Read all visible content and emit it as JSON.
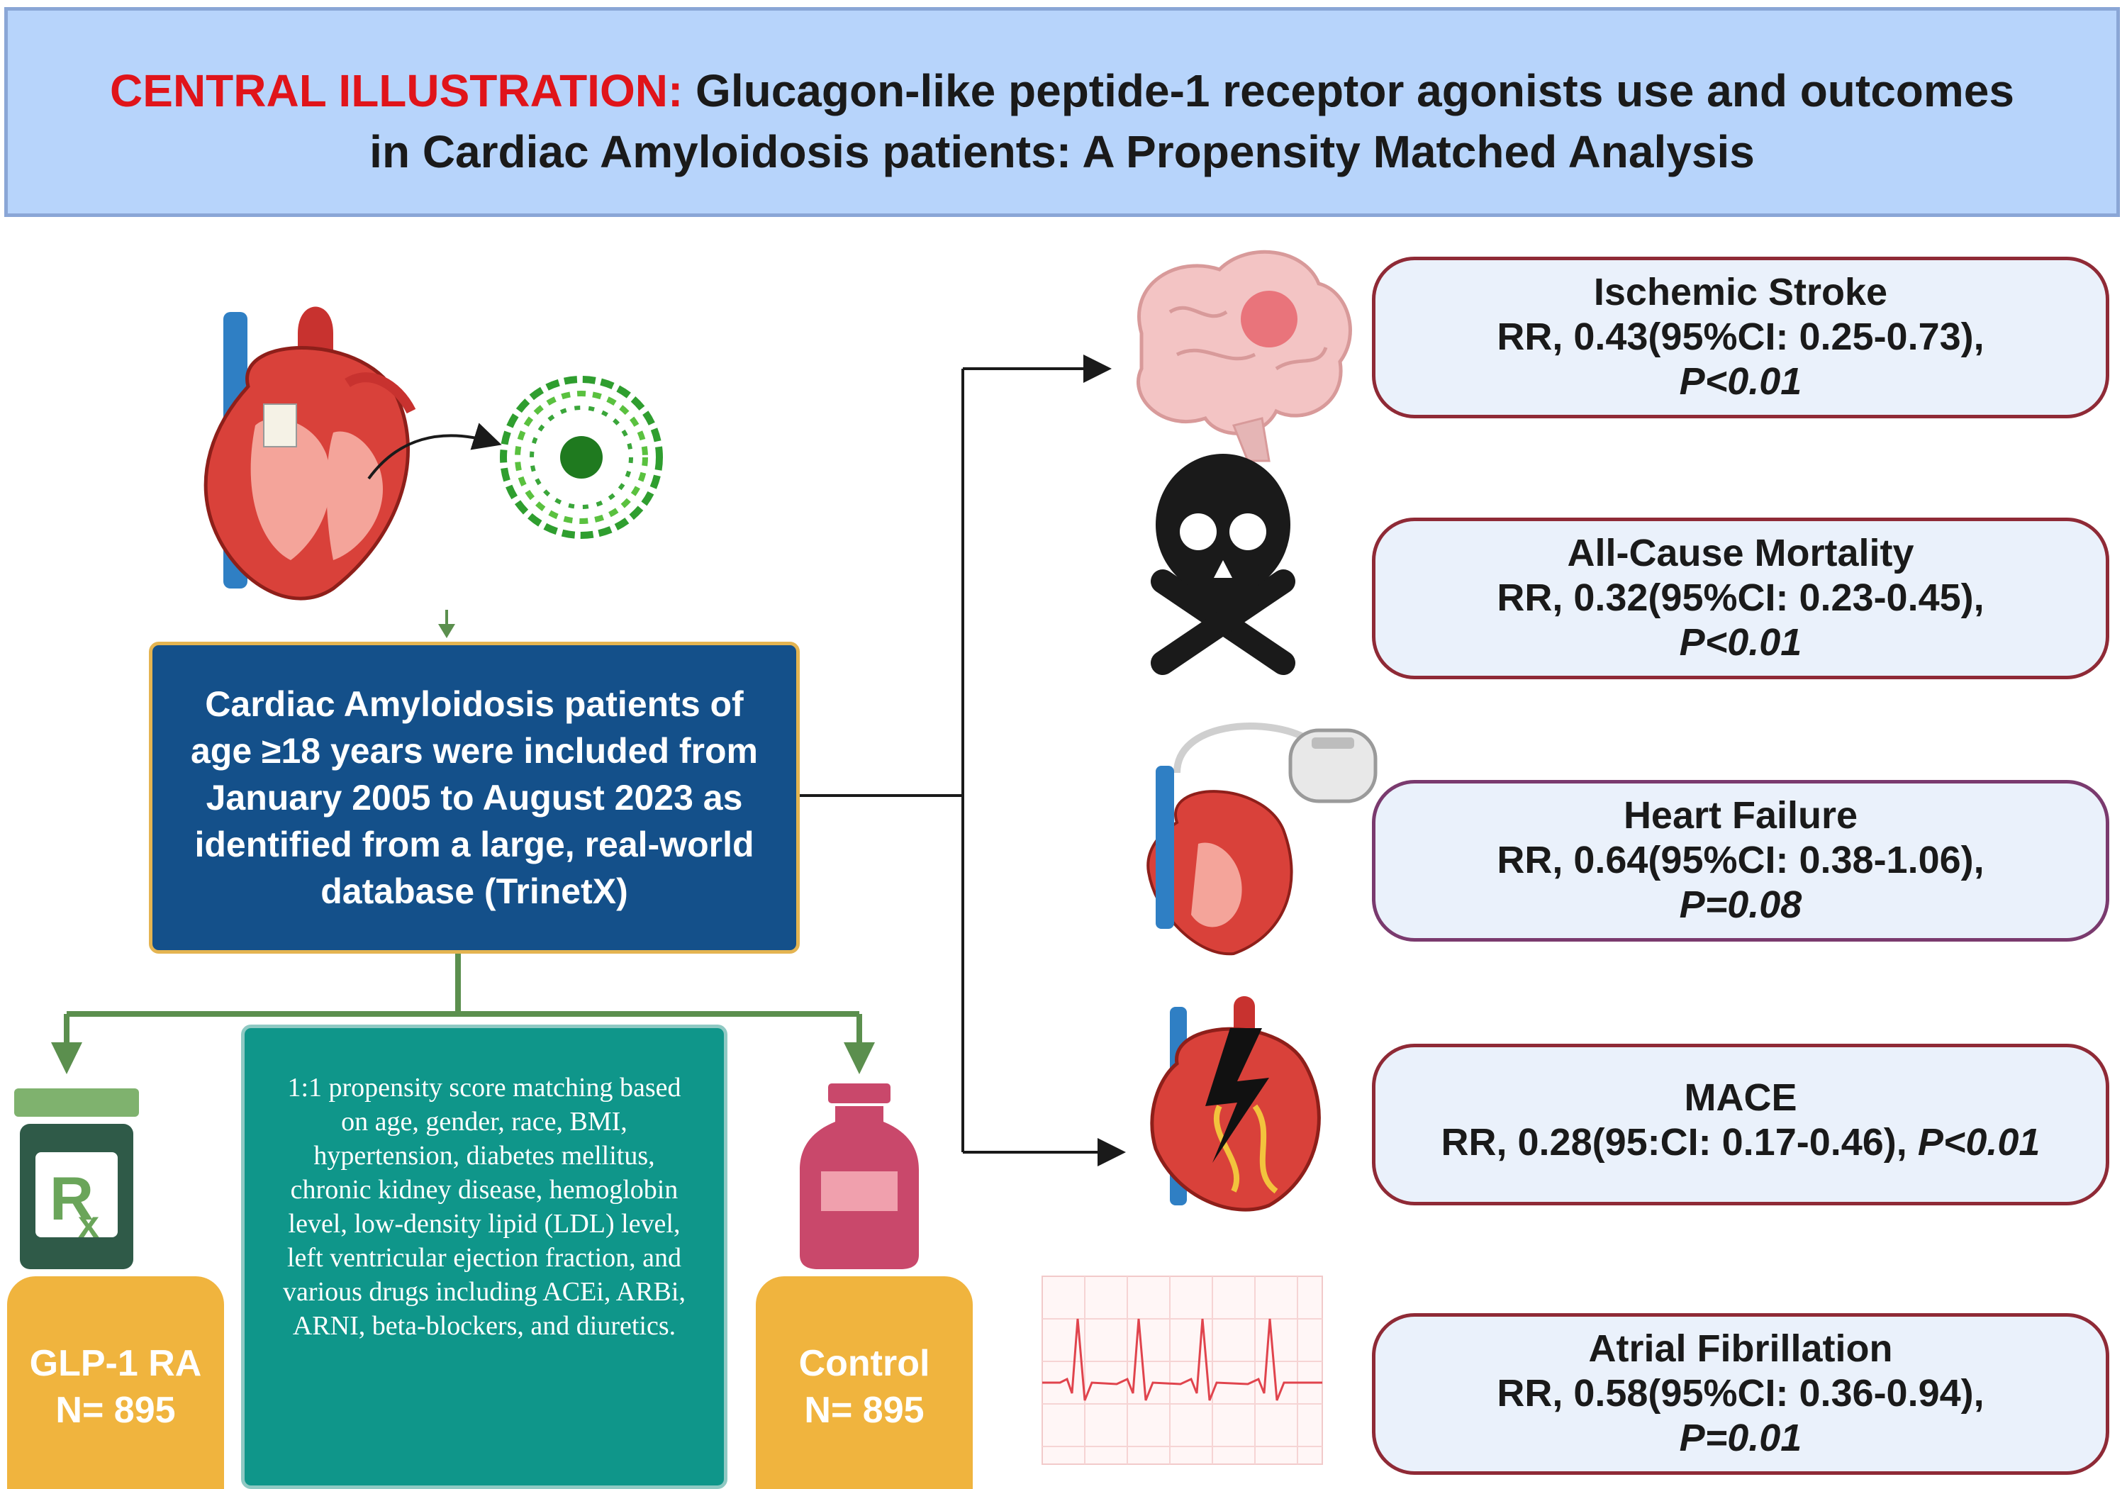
{
  "banner": {
    "label": "CENTRAL ILLUSTRATION:",
    "title_line1": " Glucagon-like peptide-1 receptor agonists use and outcomes",
    "title_line2": "in Cardiac Amyloidosis patients: A Propensity Matched Analysis"
  },
  "study": {
    "text": "Cardiac Amyloidosis patients of age ≥18 years were included from January 2005 to August 2023 as identified from a large, real-world database (TrinetX)"
  },
  "matching": {
    "text": "1:1 propensity score matching based on age, gender, race, BMI, hypertension, diabetes mellitus, chronic kidney disease, hemoglobin level, low-density lipid (LDL) level, left ventricular ejection fraction, and various drugs including ACEi, ARBi, ARNI, beta-blockers, and diuretics."
  },
  "groups": [
    {
      "name": "GLP-1 RA",
      "n": "N= 895"
    },
    {
      "name": "Control",
      "n": "N= 895"
    }
  ],
  "outcomes": [
    {
      "title": "Ischemic Stroke",
      "rr": "RR, 0.43(95%CI: 0.25-0.73),",
      "p": "P<0.01"
    },
    {
      "title": "All-Cause Mortality",
      "rr": "RR, 0.32(95%CI: 0.23-0.45),",
      "p": "P<0.01"
    },
    {
      "title": "Heart Failure",
      "rr": "RR, 0.64(95%CI: 0.38-1.06),",
      "p": "P=0.08"
    },
    {
      "title": "MACE",
      "rr": "RR, 0.28(95:CI: 0.17-0.46),",
      "p": "P<0.01"
    },
    {
      "title": "Atrial Fibrillation",
      "rr": "RR, 0.58(95%CI: 0.36-0.94),",
      "p": "P=0.01"
    }
  ],
  "icons": {
    "rx_label": "R",
    "rx_sub": "x",
    "icon_names": [
      "heart-amyloid-icon",
      "amyloid-fibril-icon",
      "brain-stroke-icon",
      "skull-crossbones-icon",
      "pacemaker-heart-icon",
      "heart-attack-icon",
      "ecg-strip-icon",
      "rx-bottle-icon",
      "medicine-bottle-icon"
    ]
  },
  "colors": {
    "banner_bg": "#b7d4fb",
    "title_red": "#e0141a",
    "study_bg": "#14508a",
    "psm_bg": "#0f968a",
    "group_bg": "#f0b43e",
    "connector_green": "#5b8f4e",
    "outcome_border": "#8f2a36"
  }
}
